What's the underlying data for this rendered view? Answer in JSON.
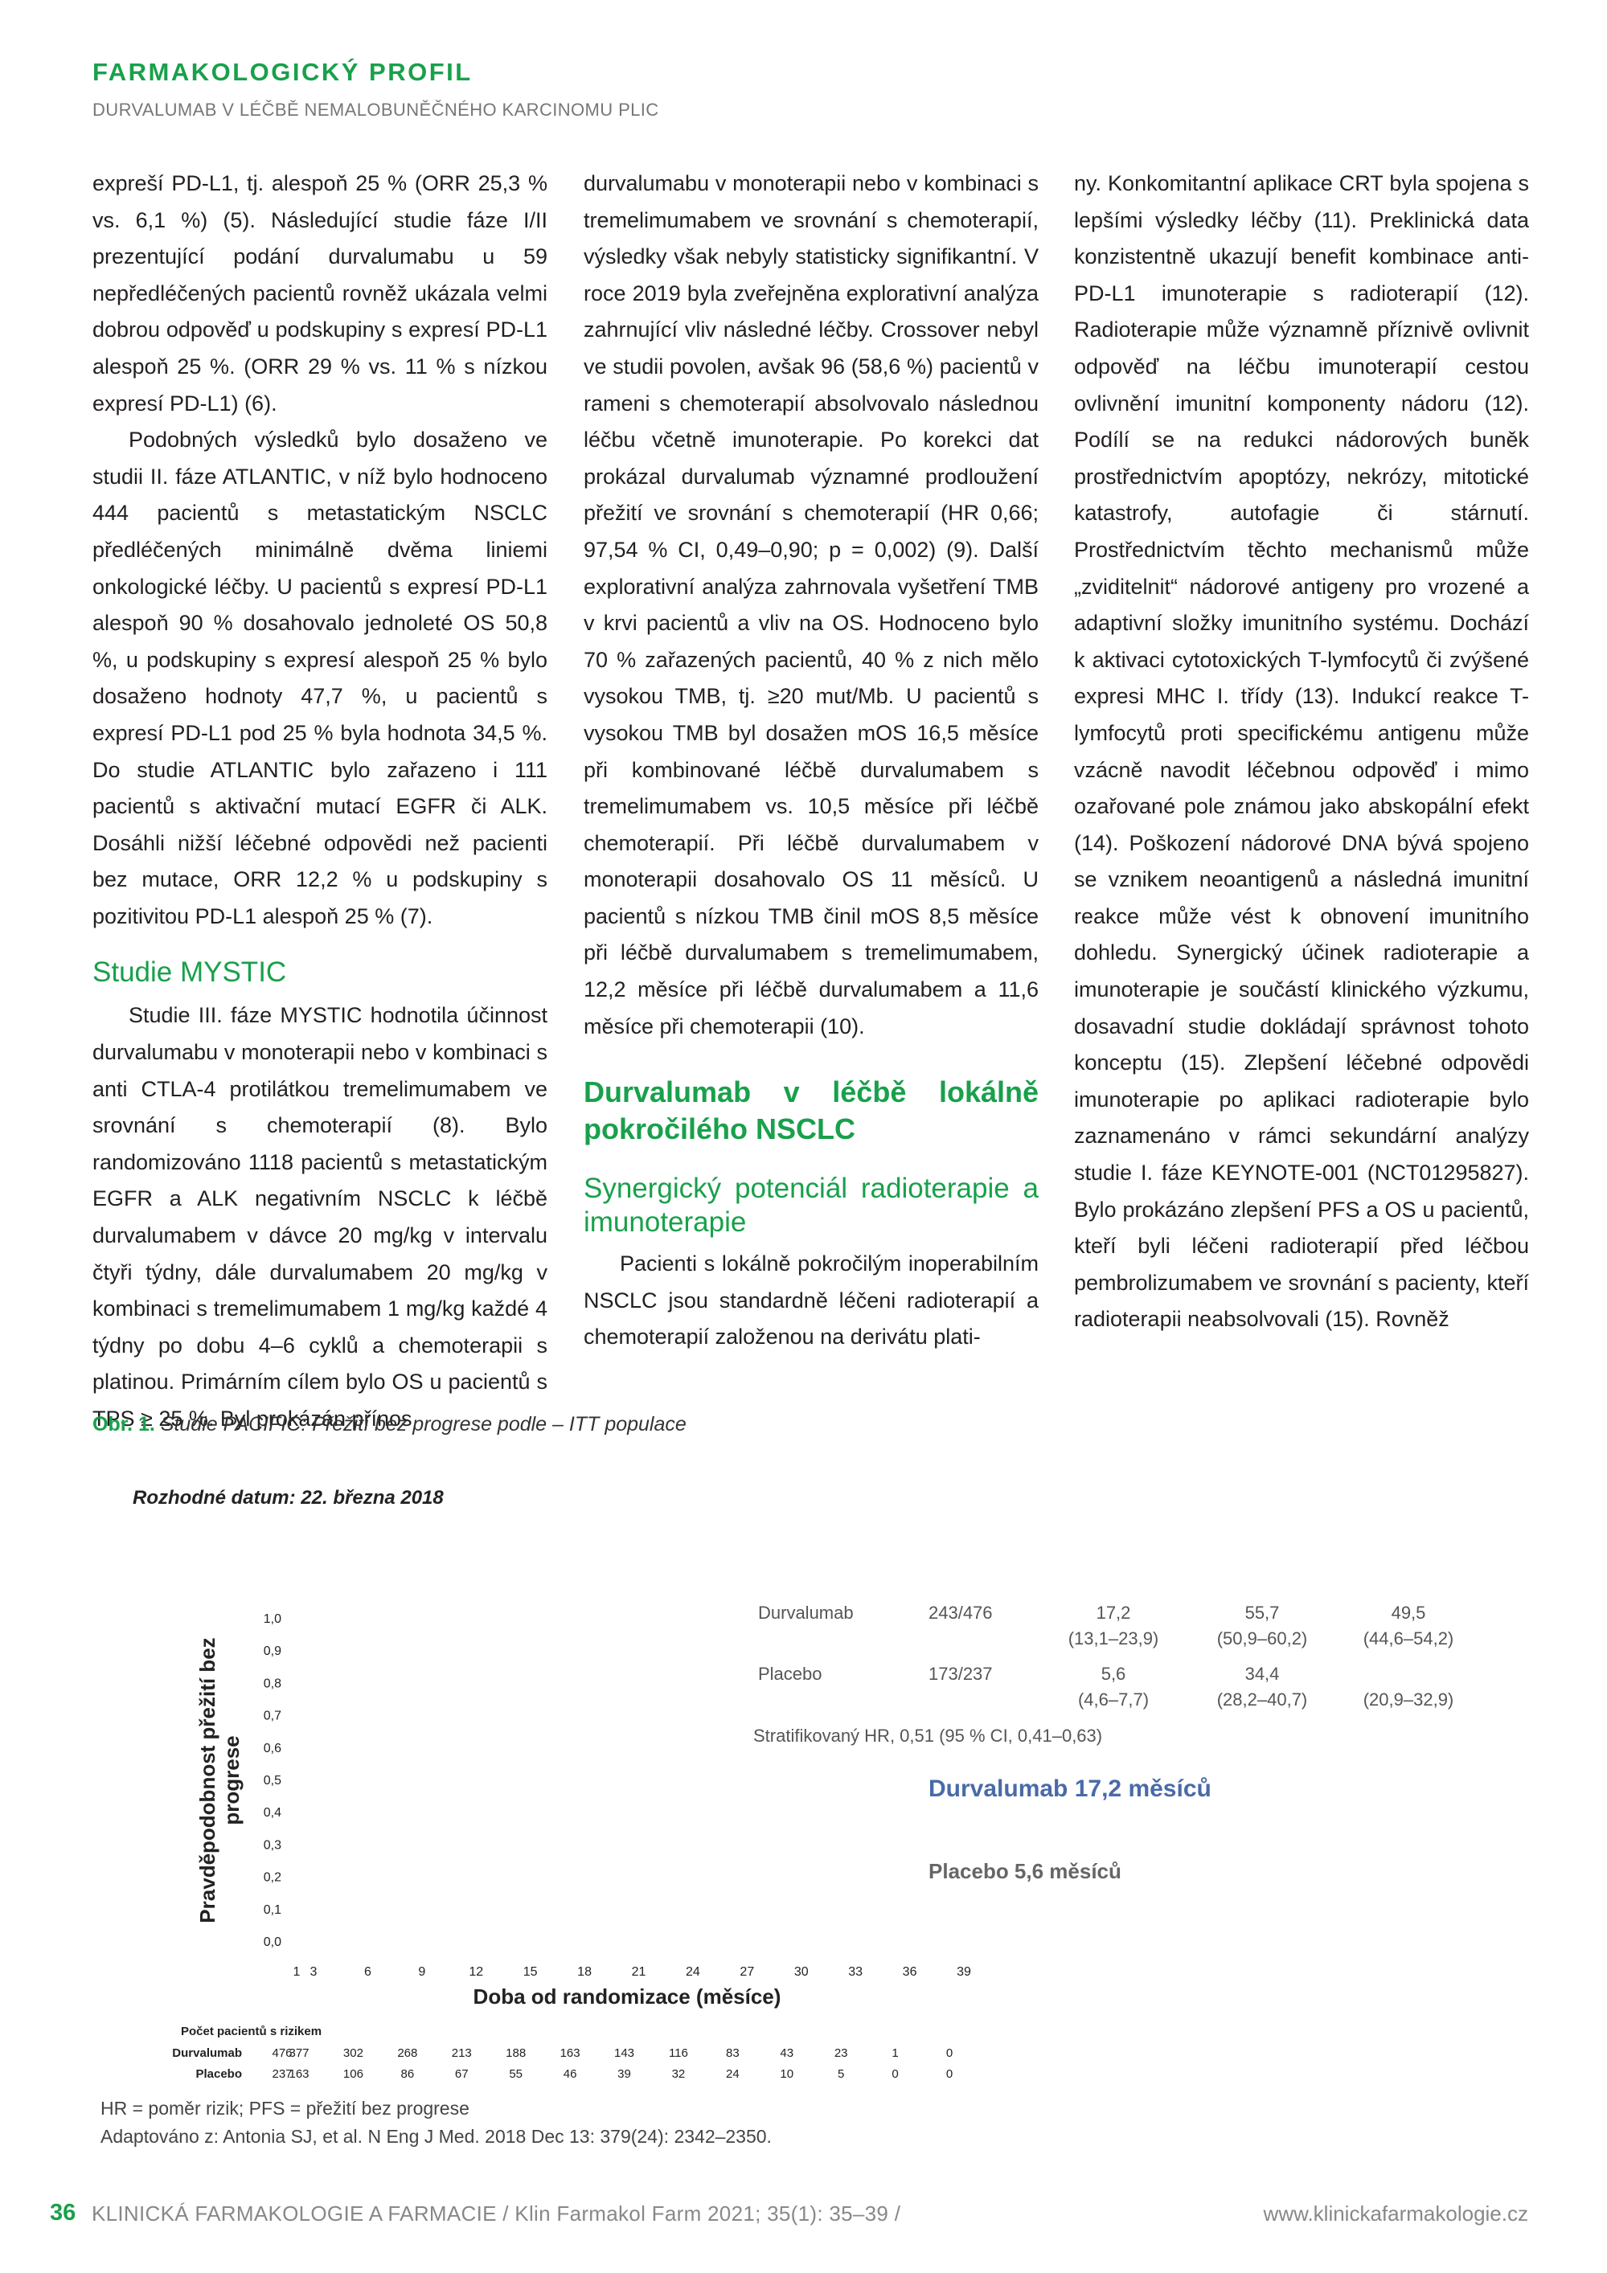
{
  "header": {
    "section": "FARMAKOLOGICKÝ PROFIL",
    "subtitle": "DURVALUMAB V LÉČBĚ NEMALOBUNĚČNÉHO KARCINOMU PLIC"
  },
  "columns": {
    "c1_p1": "expreší PD-L1, tj. alespoň 25 % (ORR 25,3 % vs. 6,1 %) (5). Následující studie fáze I/II prezentující podání durvalumabu u 59 nepředléčených pacientů rovněž ukázala velmi dobrou odpověď u podskupiny s expresí PD-L1 alespoň 25 %. (ORR 29 % vs. 11 % s nízkou expresí PD-L1) (6).",
    "c1_p2": "Podobných výsledků bylo dosaženo ve studii II. fáze ATLANTIC, v níž bylo hodnoceno 444 pacientů s metastatickým NSCLC předléčených minimálně dvěma liniemi onkologické léčby. U pacientů s expresí PD-L1 alespoň 90 % dosahovalo jednoleté OS 50,8 %, u podskupiny s expresí alespoň 25 % bylo dosaženo hodnoty 47,7 %, u pacientů s expresí PD-L1 pod 25 % byla hodnota 34,5 %. Do studie ATLANTIC bylo zařazeno i 111 pacientů s aktivační mutací EGFR či ALK. Dosáhli nižší léčebné odpovědi než pacienti bez mutace, ORR 12,2 % u podskupiny s pozitivitou PD-L1 alespoň 25 % (7).",
    "c1_h": "Studie MYSTIC",
    "c1_p3": "Studie III. fáze MYSTIC hodnotila účinnost durvalumabu v monoterapii nebo v kombinaci s anti CTLA-4 protilátkou tremelimumabem ve srovnání s chemoterapií (8). Bylo randomizováno 1118 pacientů s metastatickým EGFR a ALK negativním NSCLC k léčbě durvalumabem v dávce 20 mg/kg v intervalu čtyři týdny, dále durvalumabem 20 mg/kg v kombinaci s tremelimumabem 1 mg/kg každé 4 týdny po dobu 4–6 cyklů a chemoterapii s platinou. Primárním cílem bylo OS u pacientů s TPS ≥ 25 %. Byl prokázán přínos",
    "c2_p1": "durvalumabu v monoterapii nebo v kombinaci s tremelimumabem ve srovnání s chemoterapií, výsledky však nebyly statisticky signifikantní. V roce 2019 byla zveřejněna explorativní analýza zahrnující vliv následné léčby. Crossover nebyl ve studii povolen, avšak 96 (58,6 %) pacientů v rameni s chemoterapií absolvovalo následnou léčbu včetně imunoterapie. Po korekci dat prokázal durvalumab významné prodloužení přežití ve srovnání s chemoterapií (HR 0,66; 97,54 % CI, 0,49–0,90; p = 0,002) (9). Další explorativní analýza zahrnovala vyšetření TMB v krvi pacientů a vliv na OS. Hodnoceno bylo 70 % zařazených pacientů, 40 % z nich mělo vysokou TMB, tj. ≥20 mut/Mb. U pacientů s vysokou TMB byl dosažen mOS 16,5 měsíce při kombinované léčbě durvalumabem s tremelimumabem vs. 10,5 měsíce při léčbě chemoterapií. Při léčbě durvalumabem v monoterapii dosahovalo OS 11 měsíců. U pacientů s nízkou TMB činil mOS 8,5 měsíce při léčbě durvalumabem s tremelimumabem, 12,2 měsíce při léčbě durvalumabem a 11,6 měsíce při chemoterapii (10).",
    "c2_h": "Durvalumab v léčbě lokálně pokročilého NSCLC",
    "c2_h2": "Synergický potenciál radioterapie a imunoterapie",
    "c2_p2": "Pacienti s lokálně pokročilým inoperabilním NSCLC jsou standardně léčeni radioterapií a chemoterapií založenou na derivátu plati-",
    "c3_p1": "ny. Konkomitantní aplikace CRT byla spojena s lepšími výsledky léčby (11). Preklinická data konzistentně ukazují benefit kombinace anti-PD-L1 imunoterapie s radioterapií (12). Radioterapie může významně příznivě ovlivnit odpověď na léčbu imunoterapií cestou ovlivnění imunitní komponenty nádoru (12). Podílí se na redukci nádorových buněk prostřednictvím apoptózy, nekrózy, mitotické katastrofy, autofagie či stárnutí. Prostřednictvím těchto mechanismů může „zviditelnit“ nádorové antigeny pro vrozené a adaptivní složky imunitního systému. Dochází k aktivaci cytotoxických T-lymfocytů či zvýšené expresi MHC I. třídy (13). Indukcí reakce T-lymfocytů proti specifickému antigenu může vzácně navodit léčebnou odpověď i mimo ozařované pole známou jako abskopální efekt (14). Poškození nádorové DNA bývá spojeno se vznikem neoantigenů a následná imunitní reakce může vést k obnovení imunitního dohledu. Synergický účinek radioterapie a imunoterapie je součástí klinického výzkumu, dosavadní studie dokládají správnost tohoto konceptu (15). Zlepšení léčebné odpovědi imunoterapie po aplikaci radioterapie bylo zaznamenáno v rámci sekundární analýzy studie I. fáze KEYNOTE-001 (NCT01295827). Bylo prokázáno zlepšení PFS a OS u pacientů, kteří byli léčeni radioterapií před léčbou pembrolizumabem ve srovnání s pacienty, kteří radioterapii neabsolvovali (15). Rovněž"
  },
  "figure": {
    "label": "Obr. 1.",
    "caption": "Studie PACIFIC: Přežití bez progrese podle – ITT populace",
    "footnote_hr": "HR = poměr rizik; PFS = přežití bez progrese",
    "source": "Adaptováno z: Antonia SJ, et al. N Eng J Med. 2018 Dec 13: 379(24): 2342–2350."
  },
  "chart_data": {
    "type": "line",
    "date_note": "Rozhodné datum: 22. března 2018",
    "ylabel_line1": "Pravděpodobnost přežití bez",
    "ylabel_line2": "progrese",
    "xlabel": "Doba od randomizace (měsíce)",
    "yticks": [
      "1,0",
      "0,9",
      "0,8",
      "0,7",
      "0,6",
      "0,5",
      "0,4",
      "0,3",
      "0,2",
      "0,1",
      "0,0"
    ],
    "xticks": [
      "1",
      "3",
      "6",
      "9",
      "12",
      "15",
      "18",
      "21",
      "24",
      "27",
      "30",
      "33",
      "36",
      "39"
    ],
    "ylim": [
      0,
      1
    ],
    "table": {
      "rows": [
        {
          "name": "Durvalumab",
          "events": "243/476",
          "median": "17,2",
          "median_ci": "(13,1–23,9)",
          "m12": "55,7",
          "m12_ci": "(50,9–60,2)",
          "m18": "49,5",
          "m18_ci": "(44,6–54,2)"
        },
        {
          "name": "Placebo",
          "events": "173/237",
          "median": "5,6",
          "median_ci": "(4,6–7,7)",
          "m12": "34,4",
          "m12_ci": "(28,2–40,7)",
          "m18": "",
          "m18_ci": "(20,9–32,9)"
        }
      ],
      "hr": "Stratifikovaný HR, 0,51 (95 % CI, 0,41–0,63)"
    },
    "annotation_durva": "Durvalumab 17,2 měsíců",
    "annotation_placebo": "Placebo 5,6 měsíců",
    "annotation_durva_color": "#4a6aa8",
    "annotation_placebo_color": "#666666",
    "risk": {
      "title": "Počet pacientů s rizikem",
      "series": [
        {
          "name": "Durvalumab",
          "values": [
            "476",
            "377",
            "302",
            "268",
            "213",
            "188",
            "163",
            "143",
            "116",
            "83",
            "43",
            "23",
            "1",
            "0"
          ]
        },
        {
          "name": "Placebo",
          "values": [
            "237",
            "163",
            "106",
            "86",
            "67",
            "55",
            "46",
            "39",
            "32",
            "24",
            "10",
            "5",
            "0",
            "0"
          ]
        }
      ]
    }
  },
  "footer": {
    "page": "36",
    "journal": "KLINICKÁ FARMAKOLOGIE A FARMACIE  /  Klin Farmakol Farm 2021; 35(1): 35–39  /",
    "url": "www.klinickafarmakologie.cz"
  },
  "colors": {
    "accent": "#19a04b",
    "text": "#231f20"
  }
}
